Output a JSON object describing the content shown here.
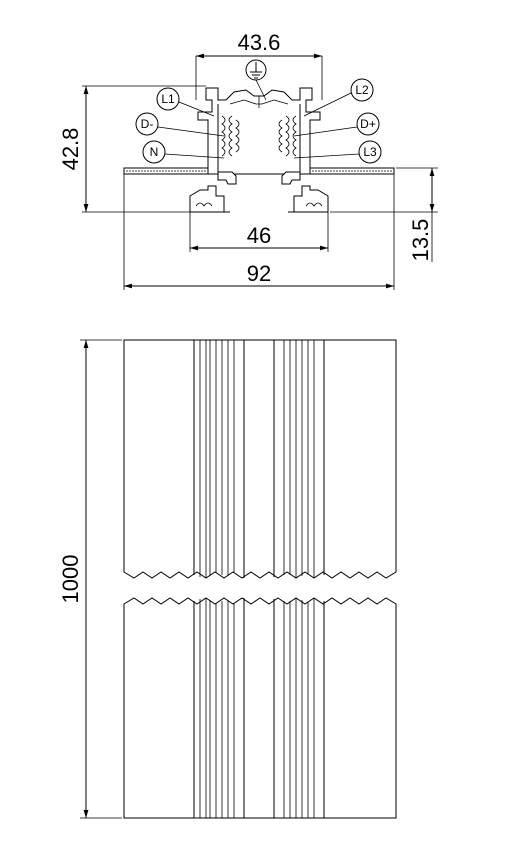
{
  "dimensions": {
    "top_width": "43.6",
    "height": "42.8",
    "inner_width": "46",
    "overall_width": "92",
    "flange_height": "13.5",
    "length": "1000"
  },
  "conductors": {
    "left": [
      "L1",
      "D-",
      "N"
    ],
    "right": [
      "L2",
      "D+",
      "L3"
    ]
  },
  "icons": {
    "ground": "ground-icon"
  }
}
